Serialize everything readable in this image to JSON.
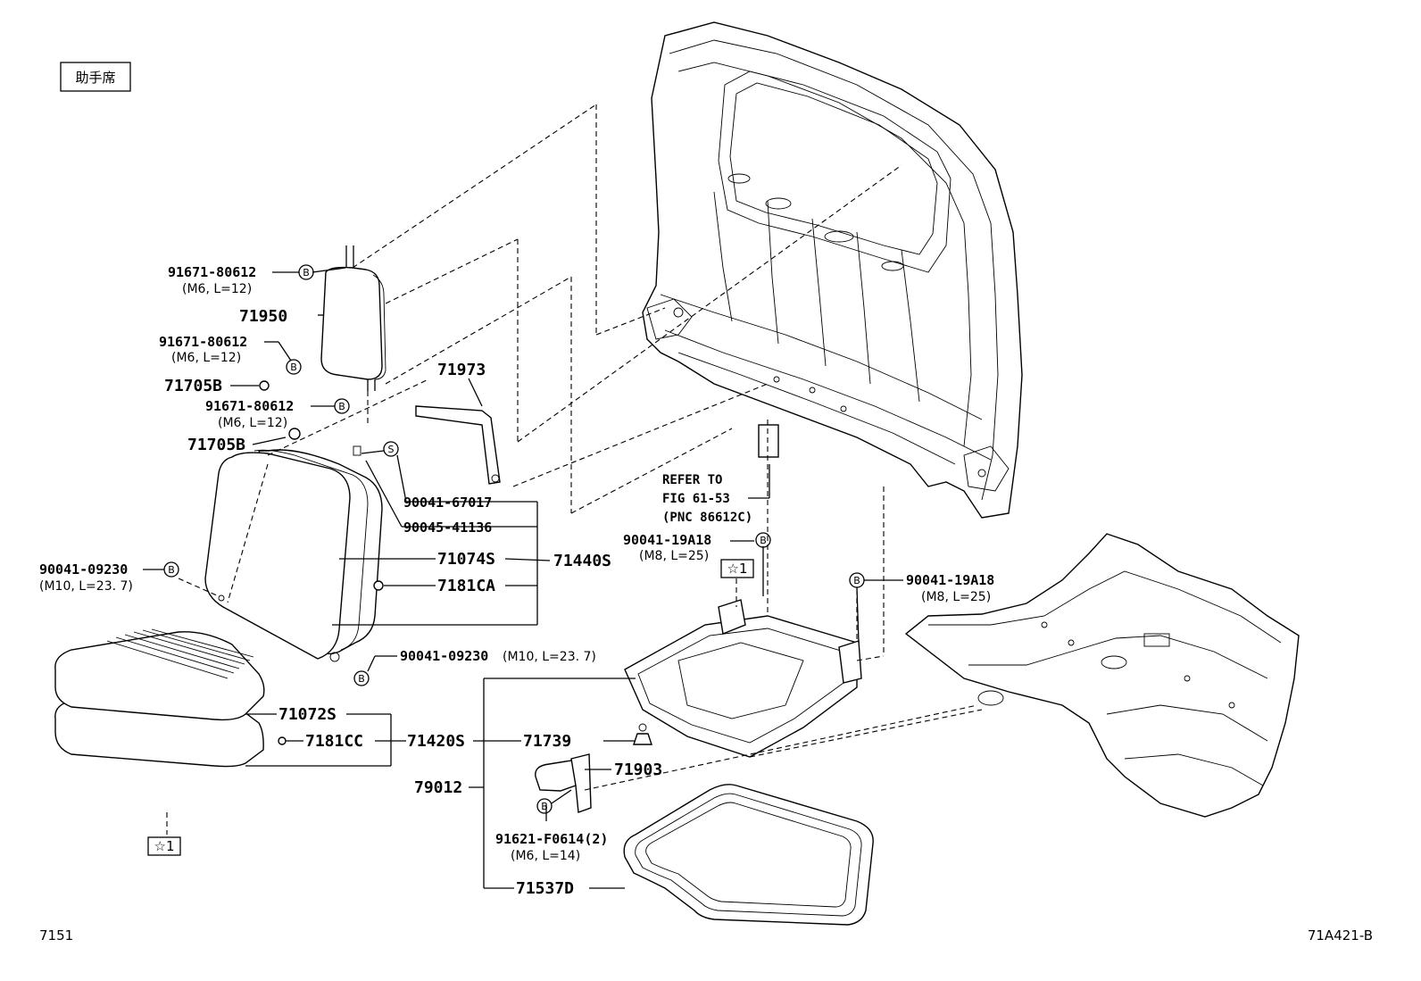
{
  "seat_position_label": "助手席",
  "figure_ref": "7151",
  "illustration_id": "71A421-B",
  "callouts": {
    "p91671_80612_a": {
      "part": "91671-80612",
      "spec": "(M6, L=12)",
      "code": "B"
    },
    "p71950": {
      "part": "71950"
    },
    "p91671_80612_b": {
      "part": "91671-80612",
      "spec": "(M6, L=12)",
      "code": "B"
    },
    "p71705B_a": {
      "part": "71705B"
    },
    "p91671_80612_c": {
      "part": "91671-80612",
      "spec": "(M6, L=12)",
      "code": "B"
    },
    "p71705B_b": {
      "part": "71705B"
    },
    "p71973": {
      "part": "71973"
    },
    "p90041_67017": {
      "part": "90041-67017",
      "code": "S"
    },
    "p90045_41136": {
      "part": "90045-41136"
    },
    "p71074S": {
      "part": "71074S"
    },
    "p71440S": {
      "part": "71440S"
    },
    "p7181CA": {
      "part": "7181CA"
    },
    "p90041_09230_a": {
      "part": "90041-09230",
      "spec": "(M10, L=23. 7)",
      "code": "B"
    },
    "p90041_09230_b": {
      "part": "90041-09230",
      "spec": "(M10, L=23. 7)",
      "code": "B"
    },
    "p71072S": {
      "part": "71072S"
    },
    "p7181CC": {
      "part": "7181CC"
    },
    "p71420S": {
      "part": "71420S"
    },
    "p71739": {
      "part": "71739"
    },
    "p79012": {
      "part": "79012"
    },
    "p71903": {
      "part": "71903"
    },
    "p91621_F0614": {
      "part": "91621-F0614(2)",
      "spec": "(M6, L=14)",
      "code": "B"
    },
    "p71537D": {
      "part": "71537D"
    },
    "p90041_19A18_a": {
      "part": "90041-19A18",
      "spec": "(M8, L=25)",
      "code": "B"
    },
    "p90041_19A18_b": {
      "part": "90041-19A18",
      "spec": "(M8, L=25)",
      "code": "B"
    }
  },
  "refer_note": {
    "line1": "REFER TO",
    "line2": "FIG 61-53",
    "line3": "(PNC 86612C)"
  },
  "star_marker": "☆1"
}
